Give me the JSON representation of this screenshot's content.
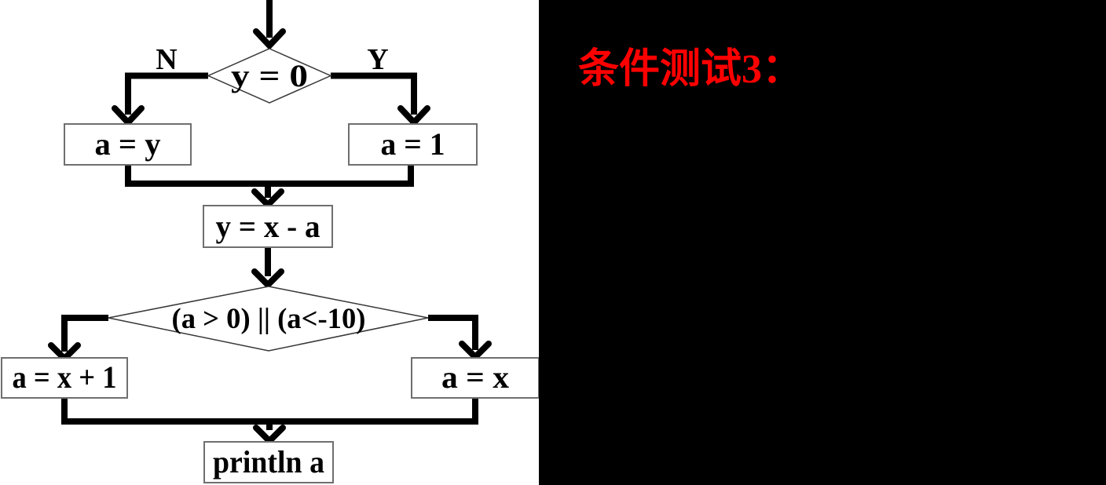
{
  "panel": {
    "title": "条件测试3：",
    "title_color": "#ff0000",
    "background": "#000000"
  },
  "flowchart": {
    "decision1": "y = 0",
    "branch_no": "N",
    "branch_yes": "Y",
    "box_a_eq_y": "a = y",
    "box_a_eq_1": "a = 1",
    "box_y_eq_x_minus_a": "y = x - a",
    "decision2": "(a > 0) || (a<-10)",
    "box_a_eq_x_plus_1": "a = x + 1",
    "box_a_eq_x": "a = x",
    "box_println": "println a",
    "colors": {
      "line": "#000000",
      "box_border": "#6f6f6f",
      "diamond_border": "#373737",
      "background": "#ffffff"
    }
  }
}
